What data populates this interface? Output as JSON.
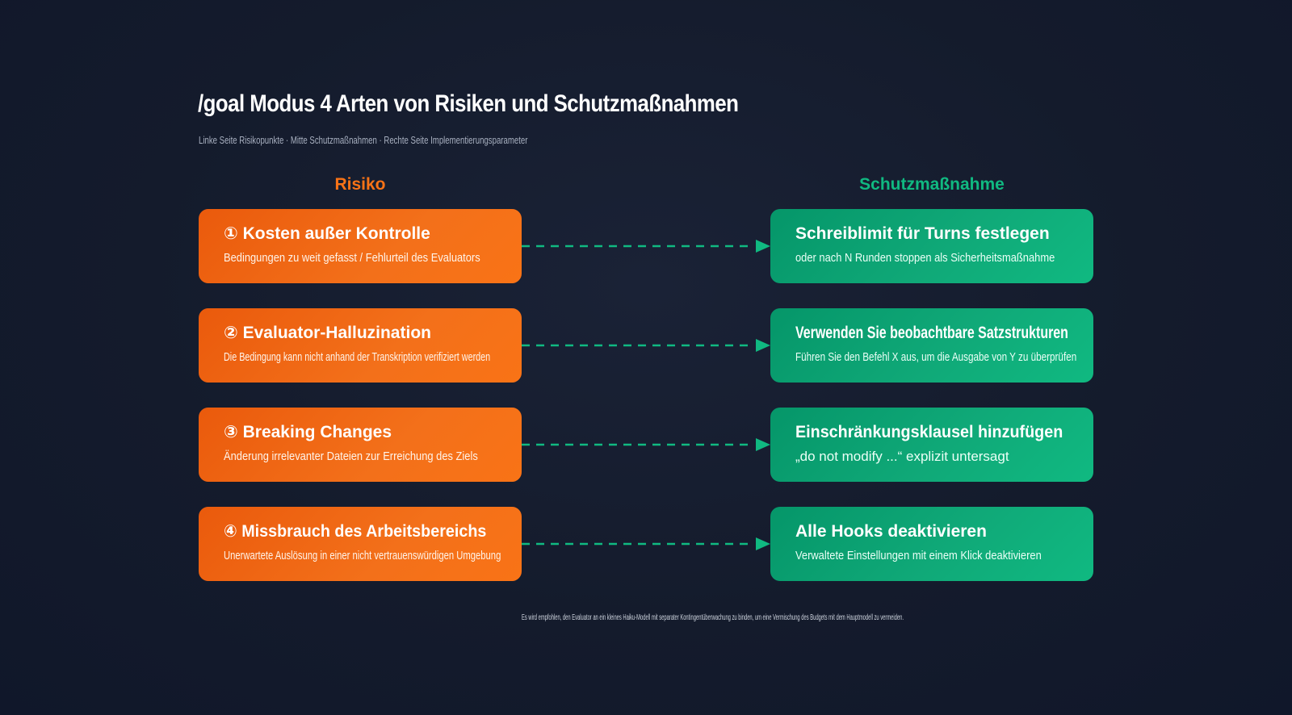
{
  "header": {
    "title": "/goal Modus 4 Arten von Risiken und Schutzmaßnahmen",
    "subtitle": "Linke Seite Risikopunkte · Mitte Schutzmaßnahmen · Rechte Seite Implementierungsparameter"
  },
  "columns": {
    "risk": "Risiko",
    "protection": "Schutzmaßnahme"
  },
  "colors": {
    "risk": "#f97316",
    "protection": "#10b981",
    "connector": "#10b981",
    "background": "#141b2c"
  },
  "rows": [
    {
      "risk_title": "① Kosten außer Kontrolle",
      "risk_desc": "Bedingungen zu weit gefasst / Fehlurteil des Evaluators",
      "prot_title": "Schreiblimit für Turns festlegen",
      "prot_desc": "oder nach N Runden stoppen als Sicherheitsmaßnahme"
    },
    {
      "risk_title": "② Evaluator-Halluzination",
      "risk_desc": "Die Bedingung kann nicht anhand der Transkription verifiziert werden",
      "prot_title": "Verwenden Sie beobachtbare Satzstrukturen",
      "prot_desc": "Führen Sie den Befehl X aus, um die Ausgabe von Y zu überprüfen"
    },
    {
      "risk_title": "③ Breaking Changes",
      "risk_desc": "Änderung irrelevanter Dateien zur Erreichung des Ziels",
      "prot_title": "Einschränkungsklausel hinzufügen",
      "prot_desc": "„do not modify ...“ explizit untersagt"
    },
    {
      "risk_title": "④ Missbrauch des Arbeitsbereichs",
      "risk_desc": "Unerwartete Auslösung in einer nicht vertrauenswürdigen Umgebung",
      "prot_title": "Alle Hooks deaktivieren",
      "prot_desc": "Verwaltete Einstellungen mit einem Klick deaktivieren"
    }
  ],
  "footnote": "Es wird empfohlen, den Evaluator an ein kleines Haiku-Modell mit separater Kontingentüberwachung zu binden, um eine Vermischung des Budgets mit dem Hauptmodell zu vermeiden."
}
